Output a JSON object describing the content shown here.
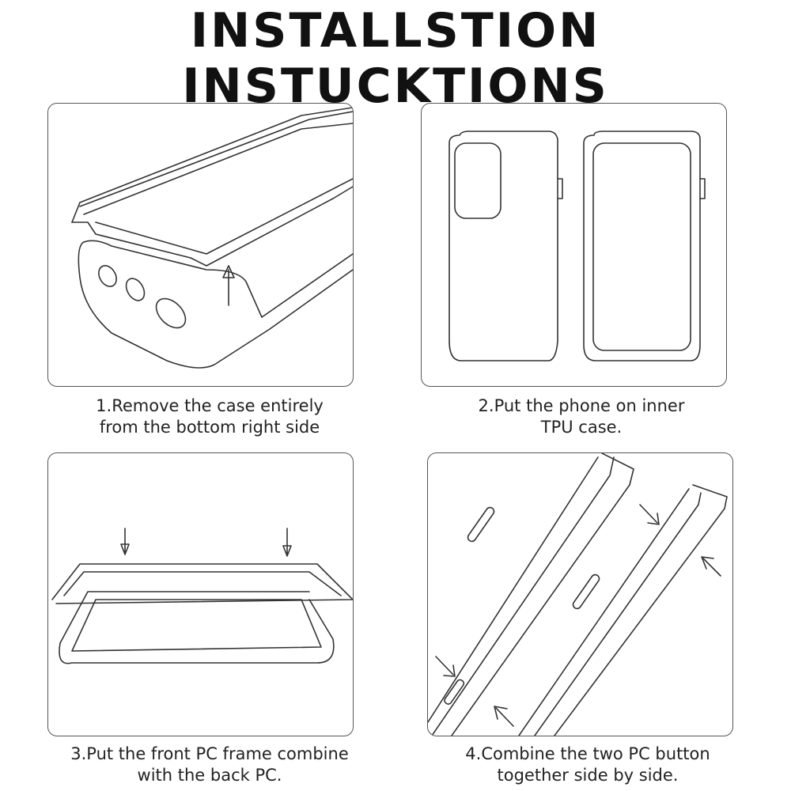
{
  "title": "INSTALLSTION INSTUCKTIONS",
  "steps": [
    {
      "line1": "1.Remove the case entirely",
      "line2": "from the bottom right side"
    },
    {
      "line1": "2.Put the phone on inner",
      "line2": "TPU case."
    },
    {
      "line1": "3.Put the front PC frame combine",
      "line2": "with the back PC."
    },
    {
      "line1": "4.Combine the two PC button",
      "line2": "together side by side."
    }
  ]
}
